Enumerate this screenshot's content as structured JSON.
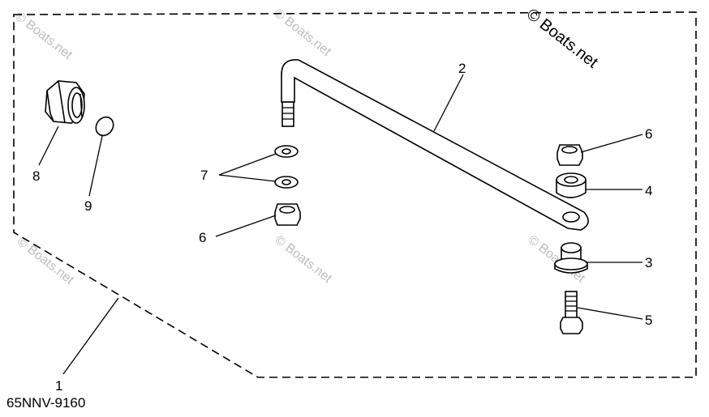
{
  "diagram": {
    "part_number": "65NNV-9160",
    "watermark_main": "© Boats.net",
    "watermark_faint": "© Boats.net",
    "callouts": {
      "c1": "1",
      "c2": "2",
      "c3": "3",
      "c4": "4",
      "c5": "5",
      "c6a": "6",
      "c6b": "6",
      "c7": "7",
      "c8": "8",
      "c9": "9"
    }
  }
}
